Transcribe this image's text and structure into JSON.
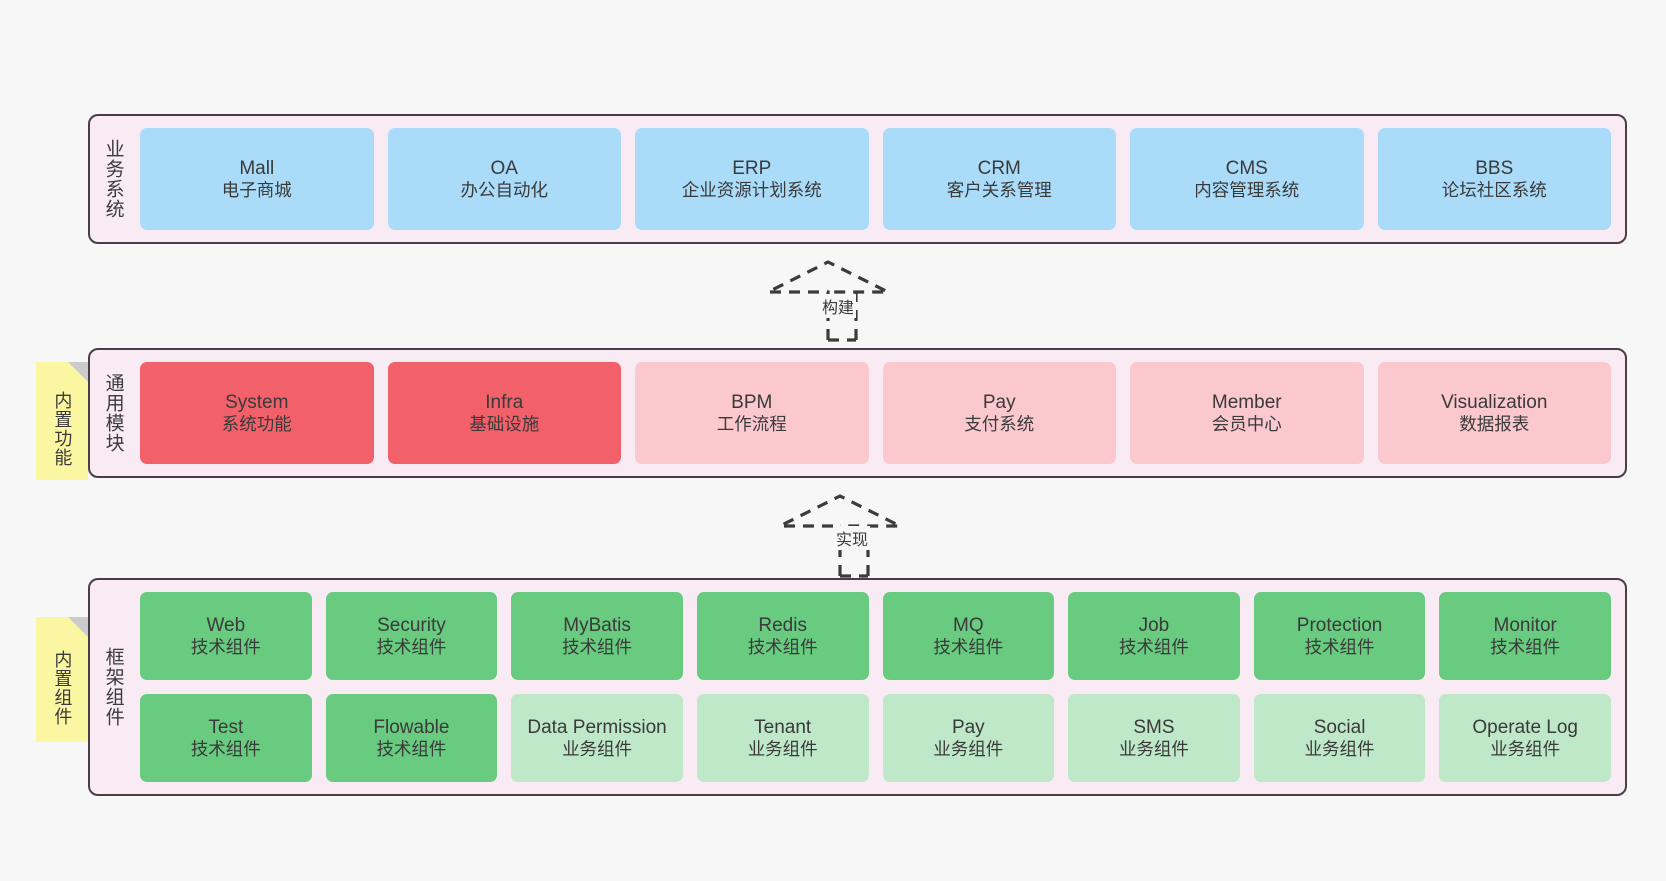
{
  "diagram": {
    "background_color": "#f7f7f7",
    "container_color": "#f8ebf4",
    "container_border_color": "#4a3f47"
  },
  "layers": [
    {
      "id": "business-system",
      "label": "业务系统",
      "sticky": null,
      "card_color": "#aadcfa",
      "rows": [
        {
          "cards": [
            {
              "en": "Mall",
              "cn": "电子商城",
              "style": "c-blue"
            },
            {
              "en": "OA",
              "cn": "办公自动化",
              "style": "c-blue"
            },
            {
              "en": "ERP",
              "cn": "企业资源计划系统",
              "style": "c-blue"
            },
            {
              "en": "CRM",
              "cn": "客户关系管理",
              "style": "c-blue"
            },
            {
              "en": "CMS",
              "cn": "内容管理系统",
              "style": "c-blue"
            },
            {
              "en": "BBS",
              "cn": "论坛社区系统",
              "style": "c-blue"
            }
          ]
        }
      ]
    },
    {
      "id": "common-module",
      "label": "通用模块",
      "sticky": "内置功能",
      "rows": [
        {
          "cards": [
            {
              "en": "System",
              "cn": "系统功能",
              "style": "c-red"
            },
            {
              "en": "Infra",
              "cn": "基础设施",
              "style": "c-red"
            },
            {
              "en": "BPM",
              "cn": "工作流程",
              "style": "c-pink"
            },
            {
              "en": "Pay",
              "cn": "支付系统",
              "style": "c-pink"
            },
            {
              "en": "Member",
              "cn": "会员中心",
              "style": "c-pink"
            },
            {
              "en": "Visualization",
              "cn": "数据报表",
              "style": "c-pink"
            }
          ]
        }
      ]
    },
    {
      "id": "framework-component",
      "label": "框架组件",
      "sticky": "内置组件",
      "rows": [
        {
          "cards": [
            {
              "en": "Web",
              "cn": "技术组件",
              "style": "c-green-dark"
            },
            {
              "en": "Security",
              "cn": "技术组件",
              "style": "c-green-dark"
            },
            {
              "en": "MyBatis",
              "cn": "技术组件",
              "style": "c-green-dark"
            },
            {
              "en": "Redis",
              "cn": "技术组件",
              "style": "c-green-dark"
            },
            {
              "en": "MQ",
              "cn": "技术组件",
              "style": "c-green-dark"
            },
            {
              "en": "Job",
              "cn": "技术组件",
              "style": "c-green-dark"
            },
            {
              "en": "Protection",
              "cn": "技术组件",
              "style": "c-green-dark"
            },
            {
              "en": "Monitor",
              "cn": "技术组件",
              "style": "c-green-dark"
            }
          ]
        },
        {
          "cards": [
            {
              "en": "Test",
              "cn": "技术组件",
              "style": "c-green-dark"
            },
            {
              "en": "Flowable",
              "cn": "技术组件",
              "style": "c-green-dark"
            },
            {
              "en": "Data Permission",
              "cn": "业务组件",
              "style": "c-green-light"
            },
            {
              "en": "Tenant",
              "cn": "业务组件",
              "style": "c-green-light"
            },
            {
              "en": "Pay",
              "cn": "业务组件",
              "style": "c-green-light"
            },
            {
              "en": "SMS",
              "cn": "业务组件",
              "style": "c-green-light"
            },
            {
              "en": "Social",
              "cn": "业务组件",
              "style": "c-green-light"
            },
            {
              "en": "Operate Log",
              "cn": "业务组件",
              "style": "c-green-light"
            }
          ]
        }
      ]
    }
  ],
  "connectors": [
    {
      "id": "build",
      "label": "构建"
    },
    {
      "id": "implement",
      "label": "实现"
    }
  ]
}
